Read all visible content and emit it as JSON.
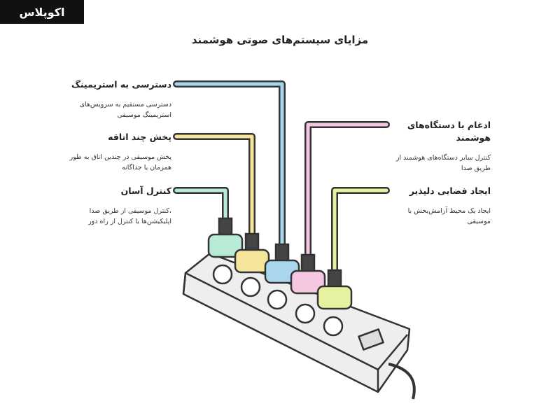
{
  "logo": "اکوپلاس",
  "title": "مزایای سیستم‌های صوتی هوشمند",
  "features": [
    {
      "heading": "دسترسی به استریمینگ",
      "desc": "دسترسی مستقیم به سرویس‌های استریمینگ موسیقی",
      "color": "#a9d6ee"
    },
    {
      "heading": "پخش چند اتاقه",
      "desc": "پخش موسیقی در چندین اتاق به طور همزمان یا جداگانه",
      "color": "#f4e59a"
    },
    {
      "heading": "کنترل آسان",
      "desc": "،کنترل موسیقی از طریق صدا اپلیکیشن‌ها یا کنترل از راه دور",
      "color": "#b8ebd6"
    },
    {
      "heading": "ادغام با دستگاه‌های هوشمند",
      "desc": "کنترل سایر دستگاه‌های هوشمند از طریق صدا",
      "color": "#f5c6e0"
    },
    {
      "heading": "ایجاد فضایی دلپذیر",
      "desc": "ایجاد یک محیط آرامش‌بخش با موسیقی",
      "color": "#e6f2a0"
    }
  ]
}
